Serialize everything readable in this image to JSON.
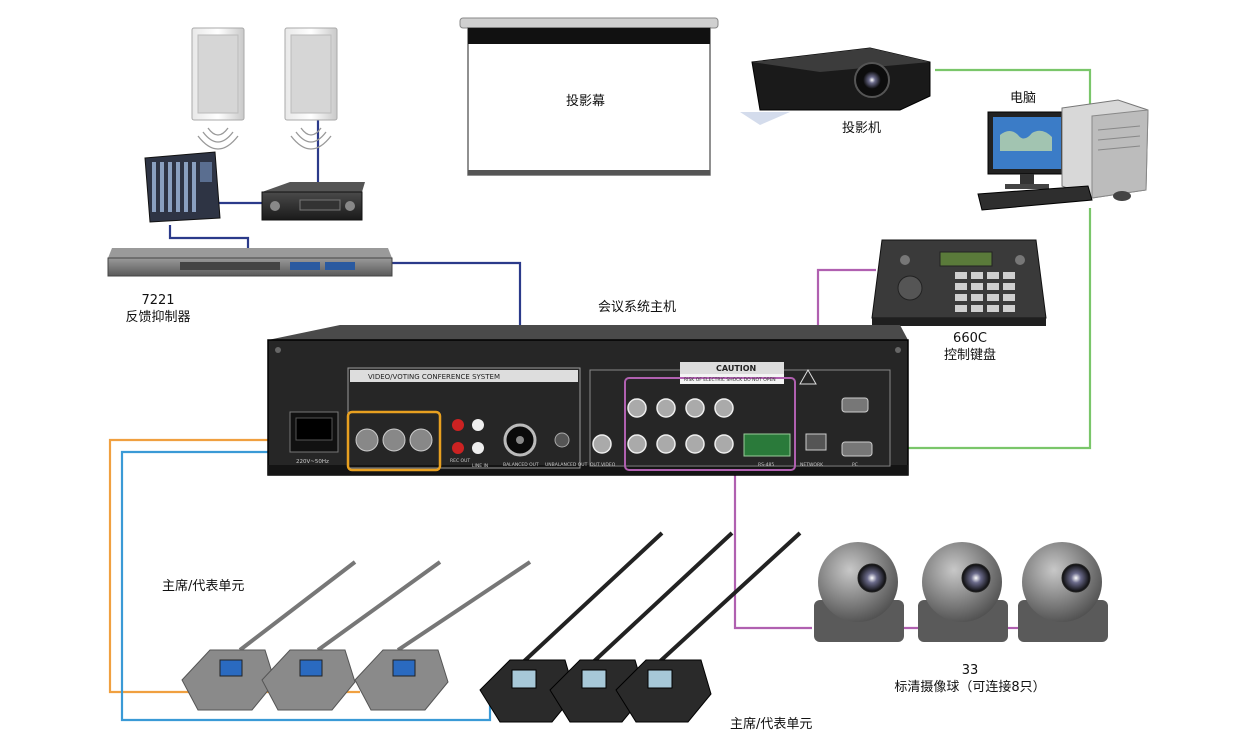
{
  "title": "会议系统主机",
  "labels": {
    "screen": "投影幕",
    "projector": "投影机",
    "computer": "电脑",
    "feedback_model": "7221",
    "feedback_name": "反馈抑制器",
    "keyboard_model": "660C",
    "keyboard_name": "控制键盘",
    "units_left": "主席/代表单元",
    "units_right": "主席/代表单元",
    "camera_model": "33",
    "camera_name": "标清摄像球（可连接8只）"
  },
  "panel_text": {
    "system_name": "VIDEO/VOTING CONFERENCE SYSTEM",
    "caution": "CAUTION",
    "caution_sub": "RISK OF ELECTRIC SHOCK DO NOT OPEN",
    "power": "220V~50Hz",
    "mic_out": "BALANCED OUT",
    "unbal_out": "UNBALANCED OUT",
    "rec": "REC OUT",
    "line_in": "LINE IN",
    "out_video": "OUT VIDEO",
    "network": "NETWORK",
    "pc": "PC",
    "rs485": "RS-485"
  },
  "colors": {
    "orange_cable": "#f0a040",
    "blue_cable": "#3a9ad6",
    "navy_cable": "#2b3a8a",
    "purple_cable": "#b060b0",
    "green_cable": "#7ac66a",
    "orange_highlight": "#e8a020",
    "chassis": "#2a2a2a"
  },
  "icons": {
    "speaker": "speaker-icon",
    "mixer": "mixer-icon",
    "amplifier": "amplifier-icon",
    "rack_unit": "feedback-suppressor-icon",
    "screen": "projection-screen-icon",
    "projector": "projector-icon",
    "computer": "computer-icon",
    "keyboard": "control-keyboard-icon",
    "host": "conference-host-icon",
    "microphone_unit": "microphone-unit-icon",
    "camera": "ptz-camera-icon"
  }
}
